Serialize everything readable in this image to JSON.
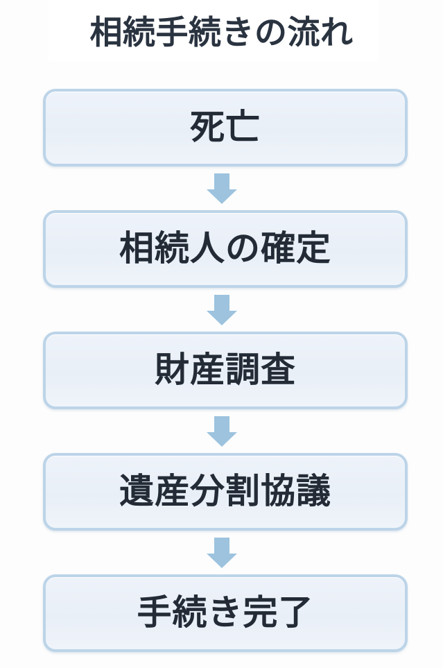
{
  "page": {
    "background_color": "#fdfdfd",
    "title_band_color": "#ffffff"
  },
  "header": {
    "title": "相続手続きの流れ",
    "title_color": "#2a3340"
  },
  "theme": {
    "box_border_color": "#bcd4e8",
    "box_fill_color": "#eaf0f8",
    "box_text_color": "#232b36",
    "arrow_color": "#9dc3de"
  },
  "flow": {
    "steps": [
      {
        "index": 1,
        "label": "死亡"
      },
      {
        "index": 2,
        "label": "相続人の確定"
      },
      {
        "index": 3,
        "label": "財産調査"
      },
      {
        "index": 4,
        "label": "遺産分割協議"
      },
      {
        "index": 5,
        "label": "手続き完了"
      }
    ],
    "connectors": [
      {
        "icon": "arrow-down-icon",
        "from": 1,
        "to": 2
      },
      {
        "icon": "arrow-down-icon",
        "from": 2,
        "to": 3
      },
      {
        "icon": "arrow-down-icon",
        "from": 3,
        "to": 4
      },
      {
        "icon": "arrow-down-icon",
        "from": 4,
        "to": 5
      }
    ]
  }
}
